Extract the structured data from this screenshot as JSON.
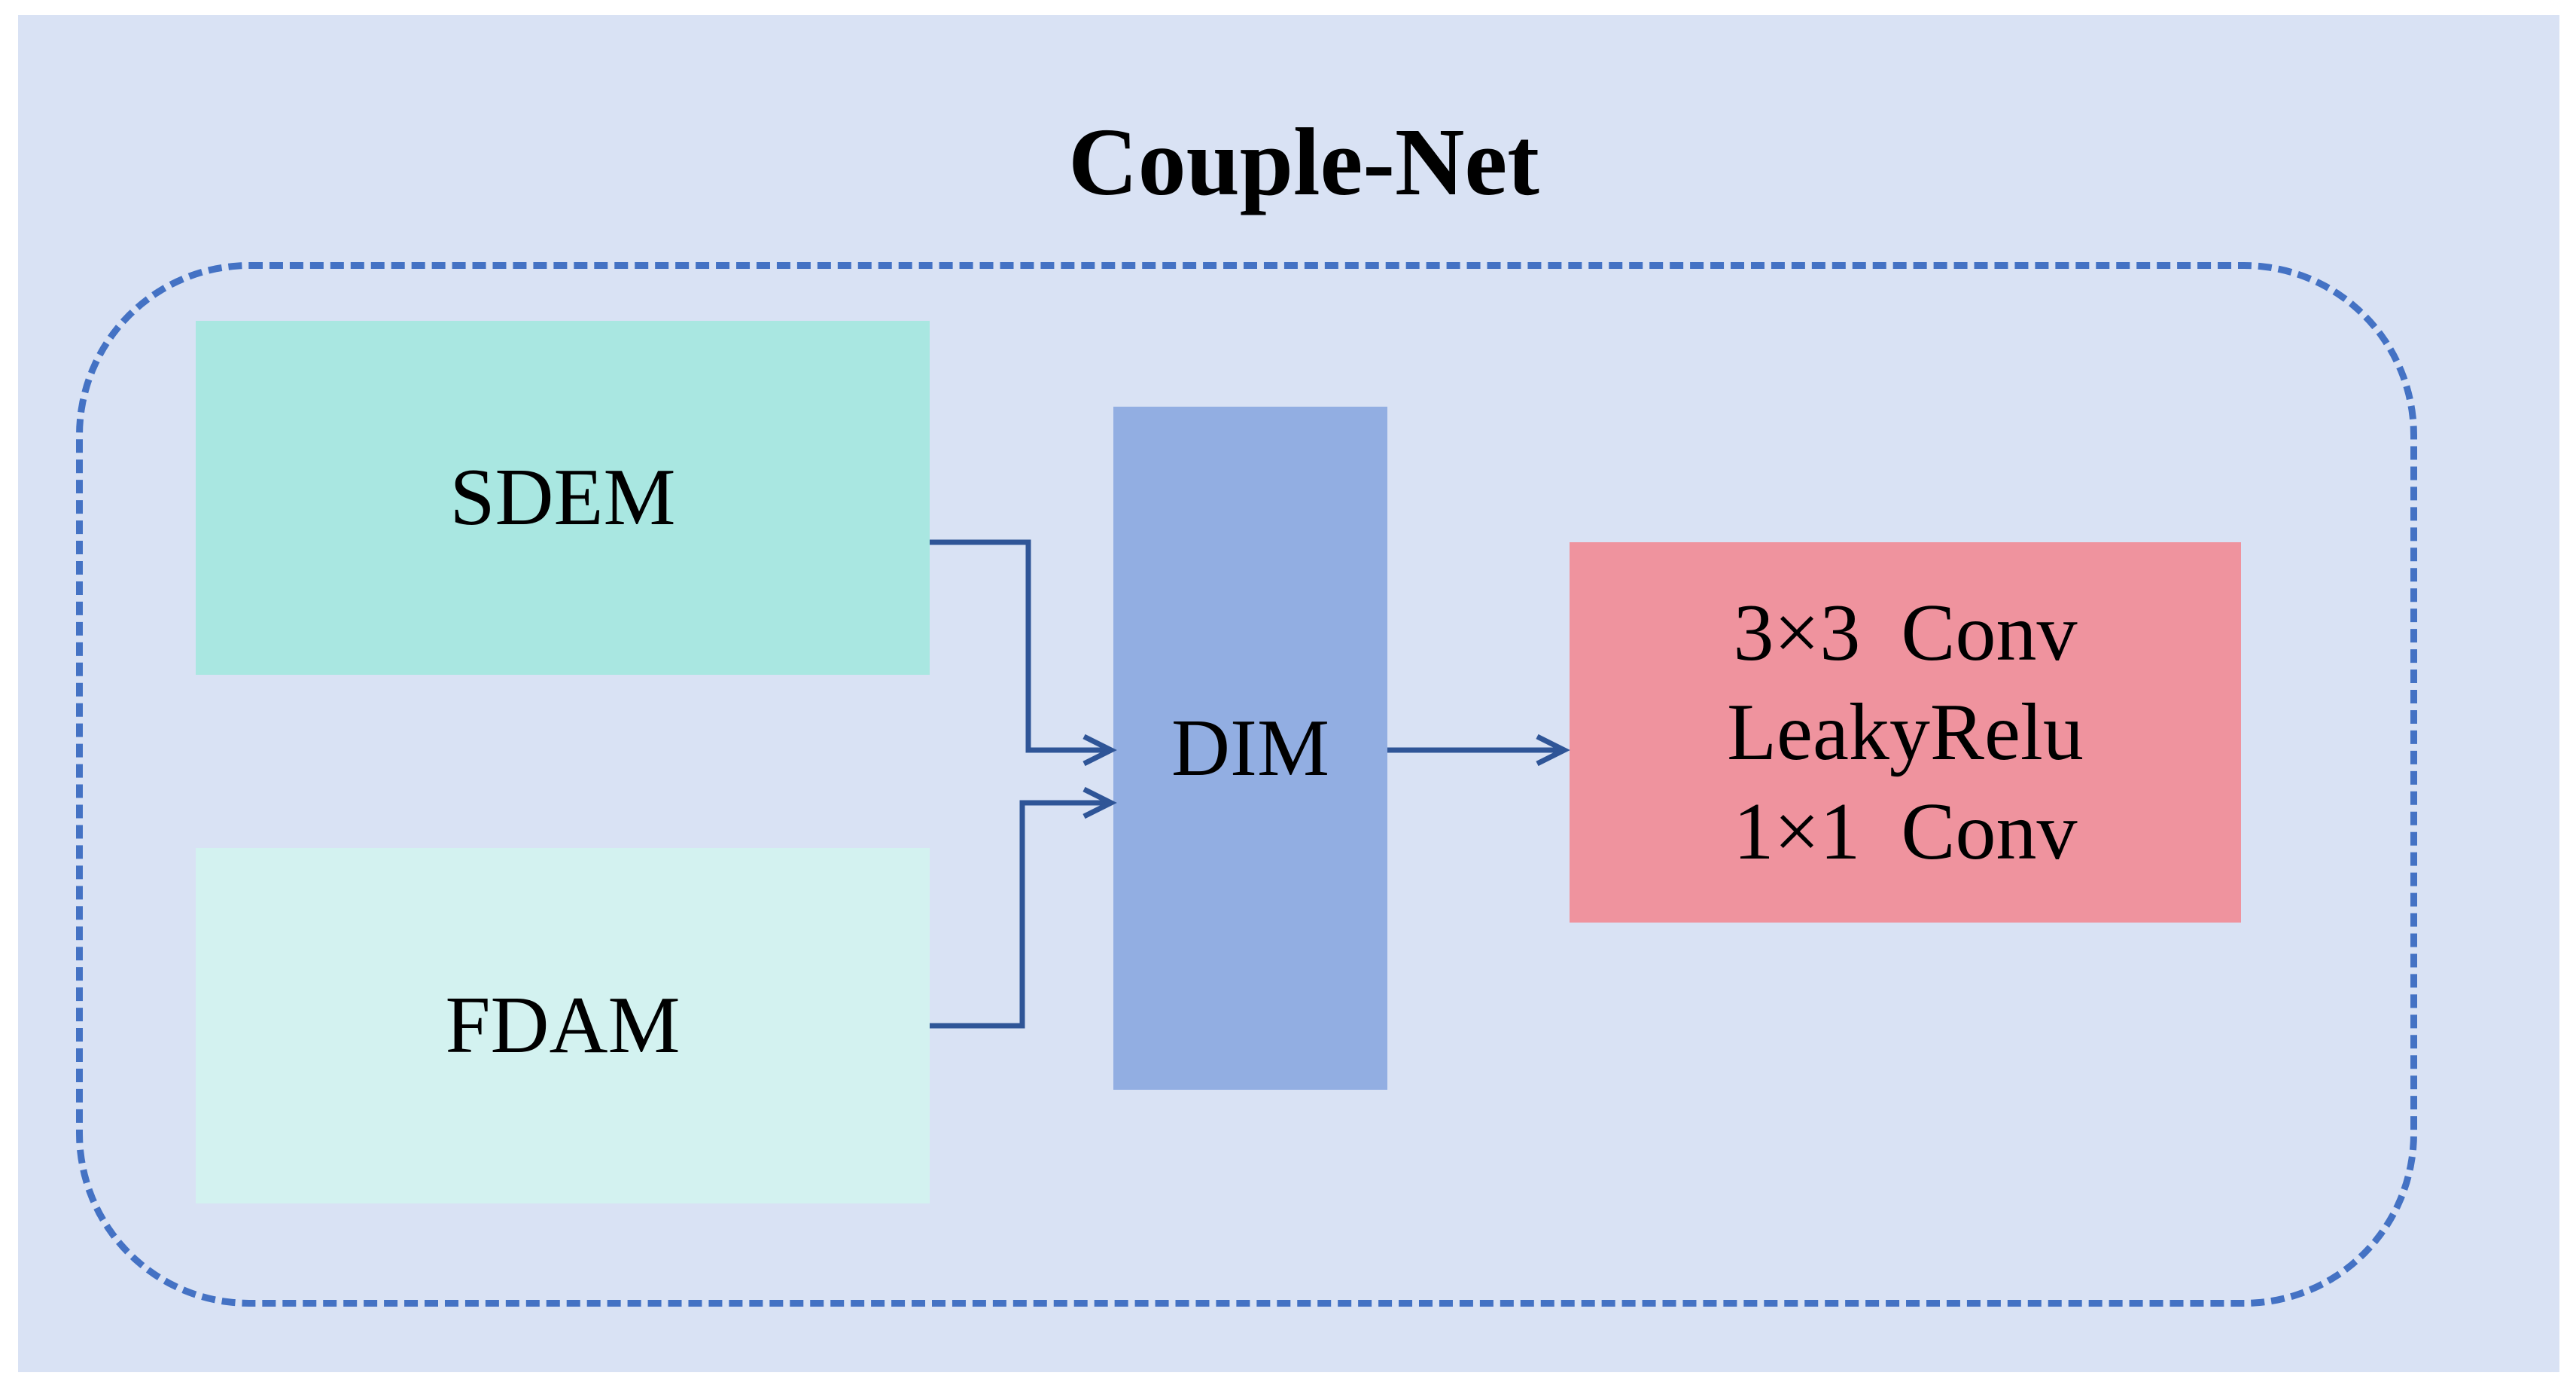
{
  "diagram": {
    "title": "Couple-Net",
    "nodes": {
      "sdem": {
        "label": "SDEM",
        "color": "#a9e7e1"
      },
      "fdam": {
        "label": "FDAM",
        "color": "#d3f2f0"
      },
      "dim": {
        "label": "DIM",
        "color": "#92aee2"
      },
      "head": {
        "lines": [
          "3×3  Conv",
          "LeakyRelu",
          "1×1  Conv"
        ],
        "color": "#ef939e"
      }
    },
    "edges": [
      {
        "from": "SDEM",
        "to": "DIM"
      },
      {
        "from": "FDAM",
        "to": "DIM"
      },
      {
        "from": "DIM",
        "to": "3×3 Conv / LeakyRelu / 1×1 Conv"
      }
    ],
    "colors": {
      "background": "#d9e2f4",
      "frame": "#4472c4",
      "arrow": "#2f5597"
    }
  }
}
